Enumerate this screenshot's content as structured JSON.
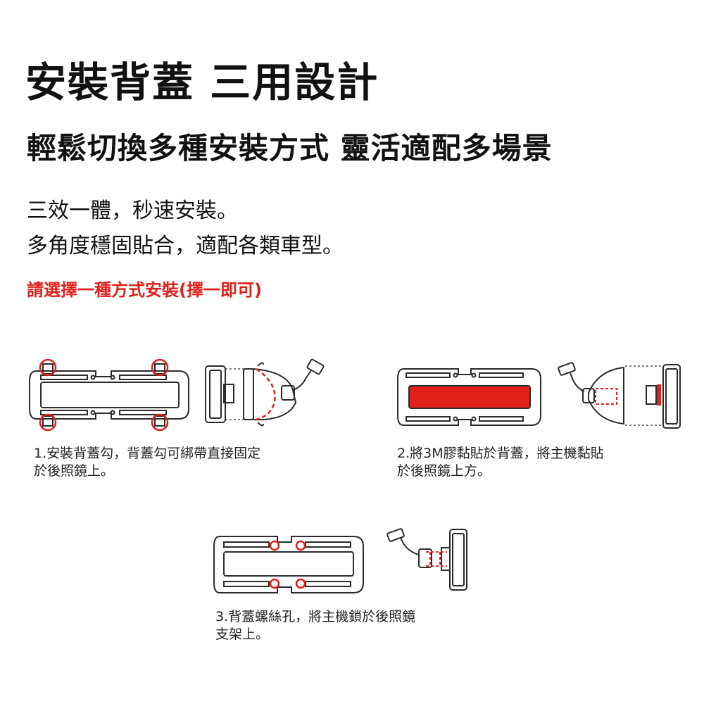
{
  "header": {
    "title": "安裝背蓋 三用設計",
    "subtitle": "輕鬆切換多種安裝方式 靈活適配多場景"
  },
  "description": {
    "line1": "三效一體，秒速安裝。",
    "line2": "多角度穩固貼合，適配各類車型。",
    "note": "請選擇一種方式安裝(擇一即可)"
  },
  "methods": [
    {
      "caption_line1": "1.安裝背蓋勾，背蓋勾可綁帶直接固定",
      "caption_line2": "於後照鏡上。"
    },
    {
      "caption_line1": "2.將3M膠黏貼於背蓋，將主機黏貼",
      "caption_line2": "於後照鏡上方。"
    },
    {
      "caption_line1": "3.背蓋螺絲孔，將主機鎖於後照鏡",
      "caption_line2": "支架上。"
    }
  ],
  "colors": {
    "accent_red": "#e1201b",
    "line": "#2b2b2b"
  }
}
